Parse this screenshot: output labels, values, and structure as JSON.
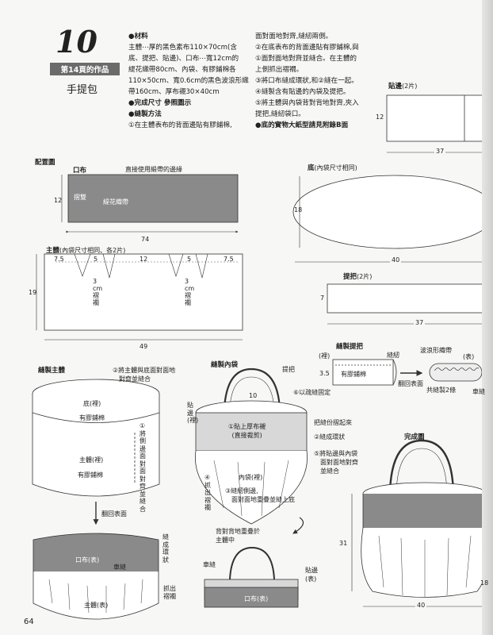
{
  "header": {
    "number": "10",
    "banner": "第14頁的作品",
    "item": "手提包"
  },
  "materials": {
    "heading": "●材料",
    "lines": [
      "主體⋯厚的黑色素布110×70cm(含",
      "底、提把、貼邊)、口布⋯寬12cm的",
      "緹花織帶80cm、內袋、有膠鋪棉各",
      "110×50cm、寬0.6cm的黑色波浪形織",
      "帶160cm、厚布襯30×40cm"
    ],
    "size_heading": "●完成尺寸 參照圖示",
    "method_heading": "●縫製方法",
    "step1": "①在主體表布的背面邊貼有膠鋪棉,"
  },
  "steps_right": [
    "面對面地對齊,縫紉兩側。",
    "②在底表布的背面邊貼有膠鋪棉,與",
    "①面對面地對齊並縫合。在主體的",
    "上側抓出褶襉。",
    "③將口布縫成環狀,和②縫在一起。",
    "④縫製含有貼邊的內袋及提把。",
    "⑤將主體與內袋背對背地對齊,夾入",
    "提把,縫紉袋口。",
    "●底的實物大紙型請見附錄B面"
  ],
  "layout_section": {
    "title": "配置圖",
    "mouth_label": "口布",
    "mouth_note": "直接使用緞帶的邊緣",
    "fold_label": "摺雙",
    "jacquard_label": "緹花織帶",
    "mouth_height": "12",
    "mouth_width": "74",
    "body_label": "主體",
    "body_note": "(內袋尺寸相同、各2片)",
    "top_dims": [
      "7.5",
      "5",
      "12",
      "5",
      "7.5"
    ],
    "pleat_label_1": "3",
    "pleat_label_2": "cm",
    "pleat_label_3": "褶襉",
    "body_height": "19",
    "body_width": "49",
    "bottom_label": "底",
    "bottom_note": "(內袋尺寸相同)",
    "bottom_height": "18",
    "bottom_width": "40",
    "facing_label": "貼邊",
    "facing_note": "(2片)",
    "facing_height": "12",
    "facing_width": "37",
    "handle_label": "提把",
    "handle_note": "(2片)",
    "handle_height": "7",
    "handle_width": "37"
  },
  "sew_body": {
    "title": "縫製主體",
    "note1_a": "②將主體與底面對面地",
    "note1_b": "對齊並縫合",
    "bottom_inner": "底(裡)",
    "interlining": "有膠鋪棉",
    "body_inner": "主體(裡)",
    "interlining2": "有膠鋪棉",
    "vertical_note": "①將側邊面對面對齊並縫合",
    "turn_label": "翻回表面",
    "mouth_front": "口布(表)",
    "ribbon": "車縫",
    "ring_label": "縫成環狀",
    "pleat_out": "抓出褶襉",
    "body_front": "主體(表)"
  },
  "sew_lining": {
    "title": "縫製內袋",
    "handle": "提把",
    "dim_10": "10",
    "zigzag_note": "⑥以疏縫固定",
    "facing_inner": "貼邊(裡)",
    "interfacing_a": "①貼上厚布襯",
    "interfacing_b": "(直接裁剪)",
    "pleat_fold": "把縫份摺起來",
    "sew_ring": "②縫成環狀",
    "attach_a": "⑤將貼邊與內袋",
    "attach_b": "面對面地對齊",
    "attach_c": "並縫合",
    "lining_inner": "內袋(裡)",
    "pleat_out": "④抓出褶襉",
    "sew_sides_a": "③縫紉側邊,",
    "sew_sides_b": "面對面地重疊並縫上底",
    "back_to_back_a": "背對背地重疊於",
    "back_to_back_b": "主體中",
    "ribbon": "車縫",
    "facing_front": "貼邊",
    "facing_front2": "(表)",
    "mouth_front": "口布(表)"
  },
  "sew_handle": {
    "title": "縫製提把",
    "inner": "(裡)",
    "seam": "縫紉",
    "wave": "波浪形織帶",
    "front": "(表)",
    "width": "3.5",
    "interlining": "有膠鋪棉",
    "turn": "翻回表面",
    "ribbon2": "共縫製2條",
    "ribbon_label": "車縫"
  },
  "finished": {
    "title": "完成圖",
    "height": "31",
    "width": "40",
    "depth": "18"
  },
  "page_number": "64"
}
